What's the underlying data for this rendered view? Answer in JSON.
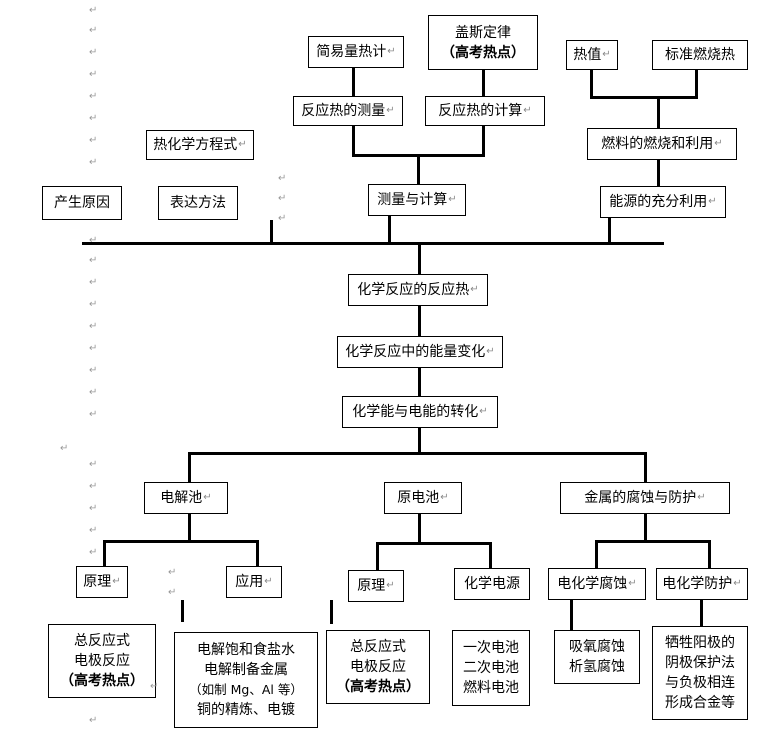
{
  "return_mark": "↵",
  "nodes": {
    "jianyi": "简易量热计",
    "gaisi": "盖斯定律",
    "hotspot": "（高考热点）",
    "rezhi": "热值",
    "biaozhun": "标准燃烧热",
    "cedingg": "反应热的测量",
    "jisuan": "反应热的计算",
    "ranliao": "燃料的燃烧和利用",
    "rehuaxue": "热化学方程式",
    "chansheng": "产生原因",
    "biaoda": "表达方法",
    "celiang": "测量与计算",
    "nengyuan": "能源的充分利用",
    "fanyingre": "化学反应的反应热",
    "nengliang": "化学反应中的能量变化",
    "zhuanhua": "化学能与电能的转化",
    "dianjiechi": "电解池",
    "yuandianchi": "原电池",
    "jinshu": "金属的腐蚀与防护",
    "yuanli1": "原理",
    "yingyong": "应用",
    "yuanli2": "原理",
    "huaxuedianyuan": "化学电源",
    "dianhuaxuefushi": "电化学腐蚀",
    "dianhuaxuefanghu": "电化学防护"
  },
  "bottom": {
    "b1": [
      "总反应式",
      "电极反应",
      "（高考热点）"
    ],
    "b2": [
      "电解饱和食盐水",
      "电解制备金属",
      "（如制 Mg、Al 等）",
      "铜的精炼、电镀"
    ],
    "b3": [
      "总反应式",
      "电极反应",
      "（高考热点）"
    ],
    "b4": [
      "一次电池",
      "二次电池",
      "燃料电池"
    ],
    "b5": [
      "吸氧腐蚀",
      "析氢腐蚀"
    ],
    "b6": [
      "牺牲阳极的",
      "阴极保护法",
      "与负极相连",
      "形成合金等"
    ]
  }
}
